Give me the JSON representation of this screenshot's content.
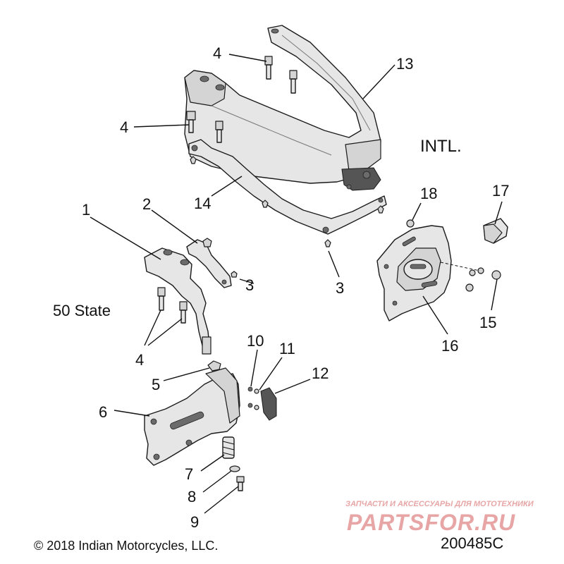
{
  "region_labels": {
    "intl": "INTL.",
    "fifty_state": "50 State"
  },
  "callouts": {
    "c1": "1",
    "c2": "2",
    "c3a": "3",
    "c3b": "3",
    "c4a": "4",
    "c4b": "4",
    "c4c": "4",
    "c5": "5",
    "c6": "6",
    "c7": "7",
    "c8": "8",
    "c9": "9",
    "c10": "10",
    "c11": "11",
    "c12": "12",
    "c13": "13",
    "c14": "14",
    "c15": "15",
    "c16": "16",
    "c17": "17",
    "c18": "18"
  },
  "footer": {
    "copyright": "© 2018 Indian Motorcycles, LLC.",
    "diagram_id": "200485C"
  },
  "watermark": {
    "tagline": "ЗАПЧАСТИ И АКСЕССУАРЫ ДЛЯ МОТОТЕХНИКИ",
    "brand": "PARTSFOR.RU"
  },
  "colors": {
    "line": "#1a1a1a",
    "part_fill": "#e6e6e6",
    "watermark": "#e08888"
  }
}
